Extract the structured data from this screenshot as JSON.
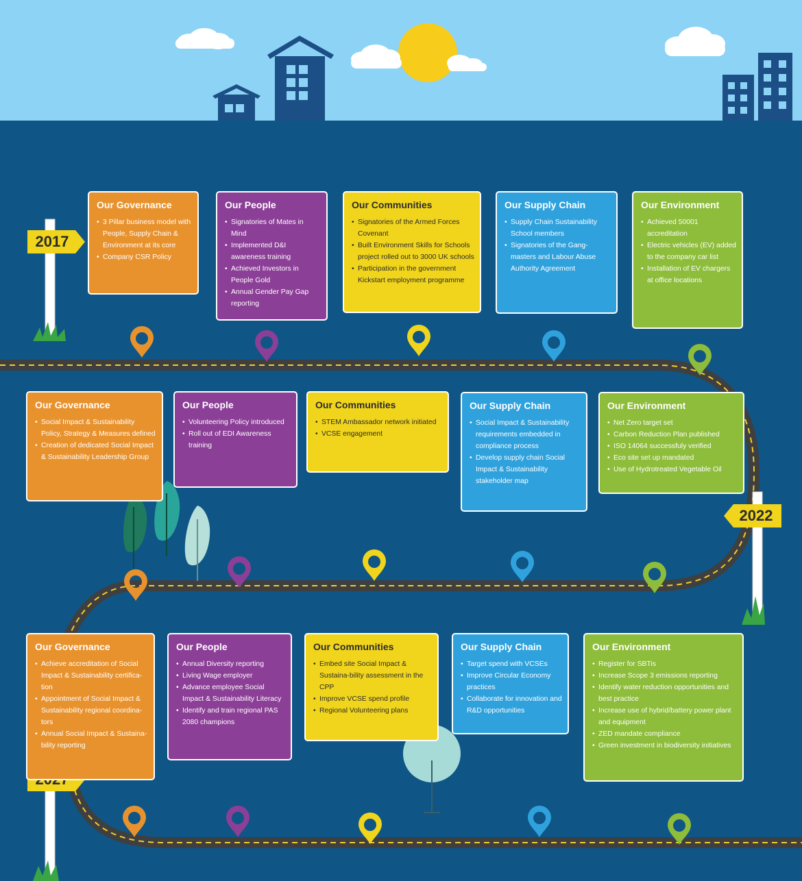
{
  "years": [
    "2017",
    "2022",
    "2027"
  ],
  "colors": {
    "sky": "#8dd3f5",
    "background": "#0f5585",
    "building": "#1b4f86",
    "road": "#3f3f3f",
    "road_dash": "#f0cf30",
    "governance": "#e8922e",
    "people": "#8c3f97",
    "communities": "#f1d51c",
    "supply_chain": "#2fa2dd",
    "environment": "#8dbd3b",
    "sign": "#f1d51c"
  },
  "rows": [
    {
      "cards": [
        {
          "title": "Our Governance",
          "items": [
            "3 Pillar business model with People, Supply Chain & Environment at its core",
            "Company CSR Policy"
          ]
        },
        {
          "title": "Our People",
          "items": [
            "Signatories of Mates in Mind",
            "Implemented D&I awareness training",
            "Achieved Investors in People Gold",
            "Annual Gender Pay Gap reporting"
          ]
        },
        {
          "title": "Our Communities",
          "items": [
            "Signatories of the Armed Forces Covenant",
            "Built Environment Skills for Schools project rolled out to 3000 UK schools",
            "Participation in the government Kickstart employment programme"
          ]
        },
        {
          "title": "Our Supply Chain",
          "items": [
            "Supply Chain Sustainability School members",
            "Signatories of the Gang-masters and Labour Abuse Authority Agreement"
          ]
        },
        {
          "title": "Our Environment",
          "items": [
            "Achieved 50001 accreditation",
            "Electric vehicles (EV) added to the company car list",
            "Installation of EV chargers at office locations"
          ]
        }
      ]
    },
    {
      "cards": [
        {
          "title": "Our Governance",
          "items": [
            "Social Impact & Sustainability Policy, Strategy & Measures defined",
            "Creation of dedicated Social Impact & Sustainability Leadership Group"
          ]
        },
        {
          "title": "Our People",
          "items": [
            "Volunteering Policy introduced",
            "Roll out of EDI Awareness training"
          ]
        },
        {
          "title": "Our Communities",
          "items": [
            "STEM Ambassador network initiated",
            "VCSE engagement"
          ]
        },
        {
          "title": "Our Supply Chain",
          "items": [
            "Social Impact & Sustainability requirements embedded in compliance process",
            "Develop supply chain Social Impact & Sustainability stakeholder map"
          ]
        },
        {
          "title": "Our Environment",
          "items": [
            "Net Zero target set",
            "Carbon Reduction Plan published",
            "ISO 14064 successfuly verified",
            "Eco site set up mandated",
            "Use of Hydrotreated Vegetable Oil"
          ]
        }
      ]
    },
    {
      "cards": [
        {
          "title": "Our Governance",
          "items": [
            "Achieve accreditation of Social Impact & Sustainability certifica-tion",
            "Appointment of Social Impact & Sustainability regional coordina-tors",
            "Annual Social Impact & Sustaina-bility reporting"
          ]
        },
        {
          "title": "Our People",
          "items": [
            "Annual Diversity reporting",
            "Living Wage employer",
            "Advance employee Social Impact & Sustainability Literacy",
            "Identify and train regional PAS 2080 champions"
          ]
        },
        {
          "title": "Our Communities",
          "items": [
            "Embed site Social Impact & Sustaina-bility assessment in the CPP",
            "Improve VCSE spend profile",
            "Regional Volunteering plans"
          ]
        },
        {
          "title": "Our Supply Chain",
          "items": [
            "Target spend with VCSEs",
            "Improve Circular Economy practices",
            "Collaborate for innovation and R&D opportunities"
          ]
        },
        {
          "title": "Our Environment",
          "items": [
            "Register for SBTis",
            "Increase Scope 3 emissions reporting",
            "Identify water reduction opportunities and best practice",
            "Increase use of hybrid/battery power plant and equipment",
            "ZED mandate compliance",
            "Green investment in biodiversity initiatives"
          ]
        }
      ]
    }
  ]
}
